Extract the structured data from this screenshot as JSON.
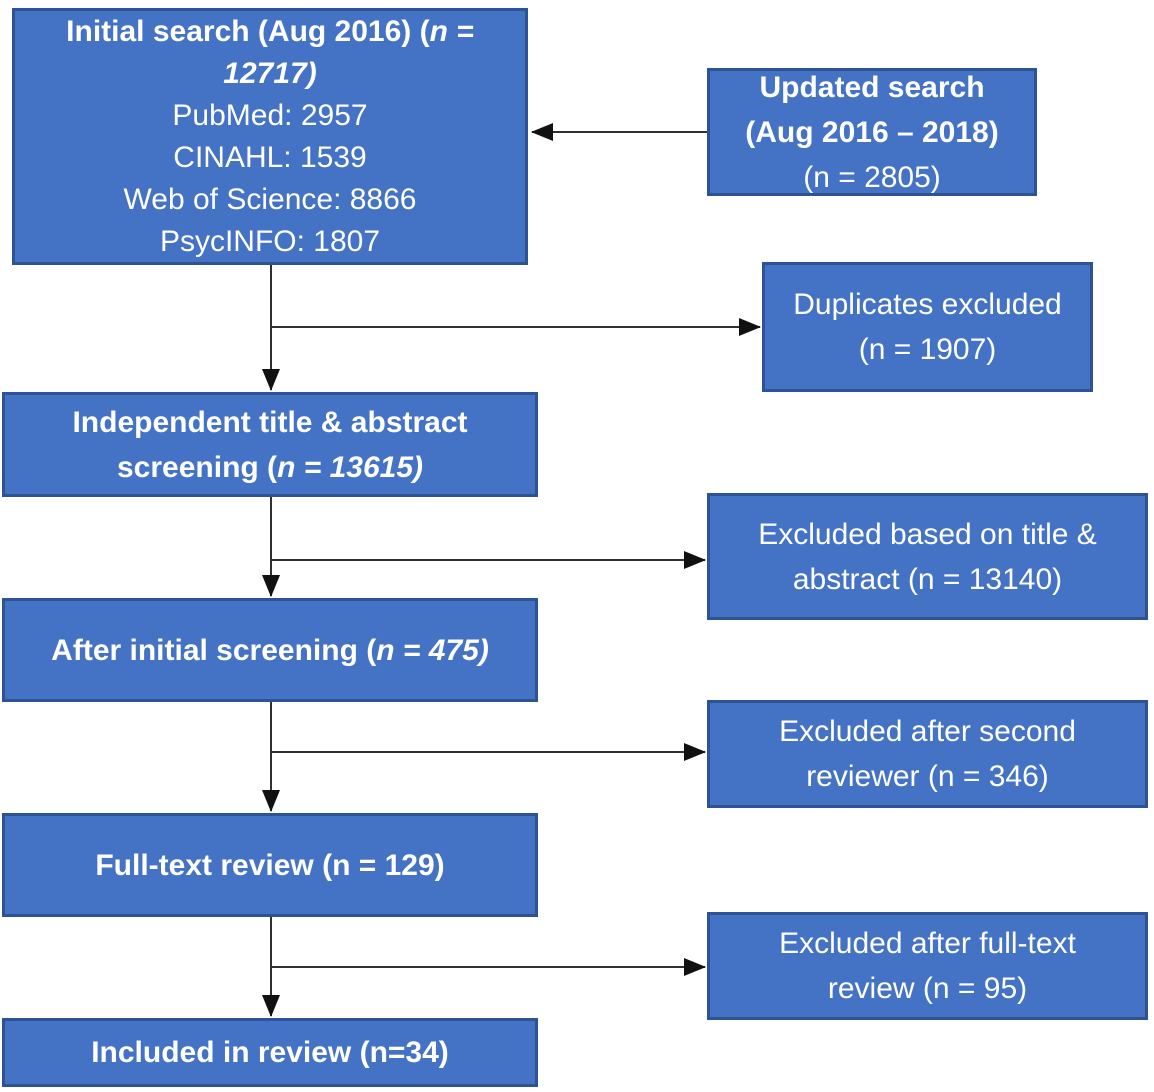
{
  "figure": {
    "type": "prisma-flow-diagram",
    "colors": {
      "box_fill": "#4472C4",
      "box_border": "#2E5395",
      "text": "#FFFFFF",
      "connector": "#303030",
      "arrowhead": "#111111"
    },
    "boxes": {
      "initial_search": {
        "heading_prefix": "Initial search (Aug 2016) (",
        "heading_italic_1": "n =",
        "heading_italic_2": "12717)",
        "sources": [
          "PubMed: 2957",
          "CINAHL: 1539",
          "Web of Science: 8866",
          "PsycINFO: 1807"
        ]
      },
      "updated_search": {
        "line1": "Updated search",
        "line2": "(Aug 2016 – 2018)",
        "line3": "(n = 2805)"
      },
      "duplicates_excluded": {
        "line1": "Duplicates excluded",
        "line2": "(n = 1907)"
      },
      "independent_screening": {
        "line1": "Independent title & abstract",
        "line2_prefix": "screening (",
        "line2_italic": "n = 13615)"
      },
      "excluded_title_abstract": {
        "line1": "Excluded based on title &",
        "line2": "abstract (n = 13140)"
      },
      "after_initial_screening": {
        "prefix": "After initial screening (",
        "italic": "n = 475)"
      },
      "excluded_second_reviewer": {
        "line1": "Excluded after second",
        "line2": "reviewer (n = 346)"
      },
      "full_text_review": {
        "text": "Full-text review (n = 129)"
      },
      "excluded_full_text": {
        "line1": "Excluded after full-text",
        "line2": "review (n = 95)"
      },
      "included_in_review": {
        "text": "Included in review (n=34)"
      }
    }
  }
}
